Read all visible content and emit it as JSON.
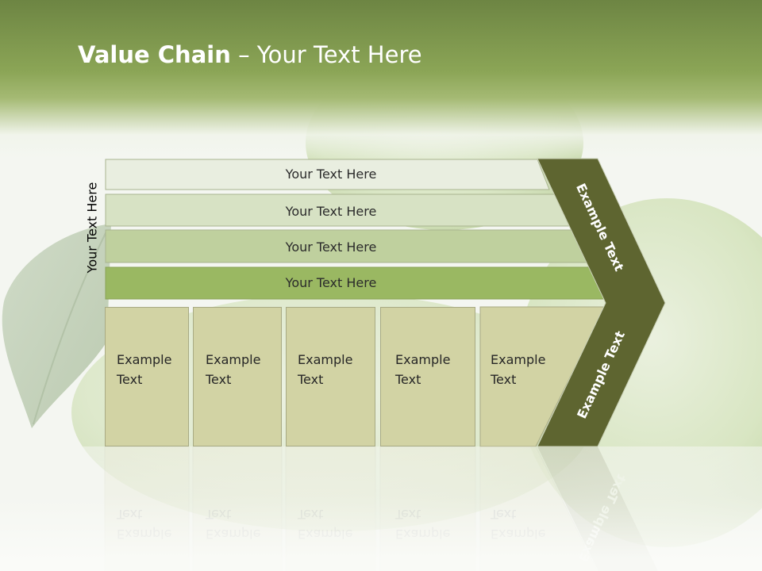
{
  "title": {
    "bold": "Value Chain",
    "rest": " – Your Text Here"
  },
  "side_label": "Your Text Here",
  "rows": [
    {
      "label": "Your Text Here"
    },
    {
      "label": "Your Text Here"
    },
    {
      "label": "Your Text Here"
    },
    {
      "label": "Your Text Here"
    }
  ],
  "boxes": [
    {
      "line1": "Example",
      "line2": "Text"
    },
    {
      "line1": "Example",
      "line2": "Text"
    },
    {
      "line1": "Example",
      "line2": "Text"
    },
    {
      "line1": "Example",
      "line2": "Text"
    },
    {
      "line1": "Example",
      "line2": "Text"
    }
  ],
  "chevron": {
    "upper": "Example Text",
    "lower": "Example Text"
  },
  "colors": {
    "header": "#7d9a4a",
    "row1": "#e9eee0",
    "row2": "#d7e2c4",
    "row3": "#bfd09e",
    "row4": "#9ab862",
    "box": "#d2d3a4",
    "chevron": "#5e6530"
  }
}
